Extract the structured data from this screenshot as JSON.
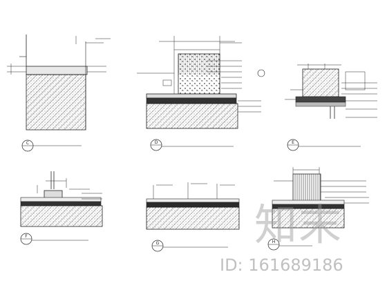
{
  "watermark": {
    "logo_text": "知末",
    "id_text": "ID: 161689186"
  },
  "details": [
    {
      "number": "C"
    },
    {
      "number": "D"
    },
    {
      "number": "E"
    },
    {
      "number": "F"
    },
    {
      "number": "G"
    },
    {
      "number": "H"
    }
  ],
  "colors": {
    "line": "#222222",
    "fill_light": "#f4f4f4",
    "watermark": "#9a9a9a"
  }
}
